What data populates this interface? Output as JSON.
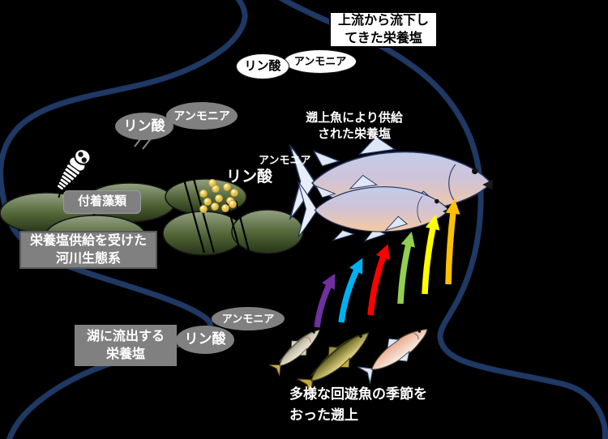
{
  "labels": {
    "upstream_box": "上流から流下し\nてきた栄養塩",
    "top_phosphate": "リン酸",
    "top_ammonia": "アンモニア",
    "mid_phosphate": "リン酸",
    "mid_ammonia": "アンモニア",
    "supplied": "遡上魚により供給\nされた栄養塩",
    "fish_ammonia": "アンモニア",
    "fish_phosphate": "リン酸",
    "algae": "付着藻類",
    "ecosystem": "栄養塩供給を受けた\n河川生態系",
    "lake": "湖に流出する\n栄養塩",
    "bottom_phosphate": "リン酸",
    "bottom_ammonia": "アンモニア",
    "migration": "多様な回遊魚の季節を\nおった遡上"
  },
  "colors": {
    "background": "#000000",
    "river_outline": "#1f3864",
    "label_gray": "#808080",
    "label_gray_border": "#595959",
    "egg_yellow": "#f1cd55",
    "pad_green_dark": "#273318"
  },
  "arrows": {
    "meaning": "seasonal upstream migration of diverse fish",
    "colors": [
      "#7030a0",
      "#00b0f0",
      "#ff0000",
      "#92d050",
      "#ffff00",
      "#ffc000"
    ]
  },
  "icons": {
    "insect": "aquatic-insect",
    "big_fish": "migrating-salmon",
    "small_fish": [
      "pond-smelt",
      "trout",
      "juvenile-salmon"
    ],
    "algae": "lily-pad-algae",
    "eggs": "fish-eggs"
  }
}
